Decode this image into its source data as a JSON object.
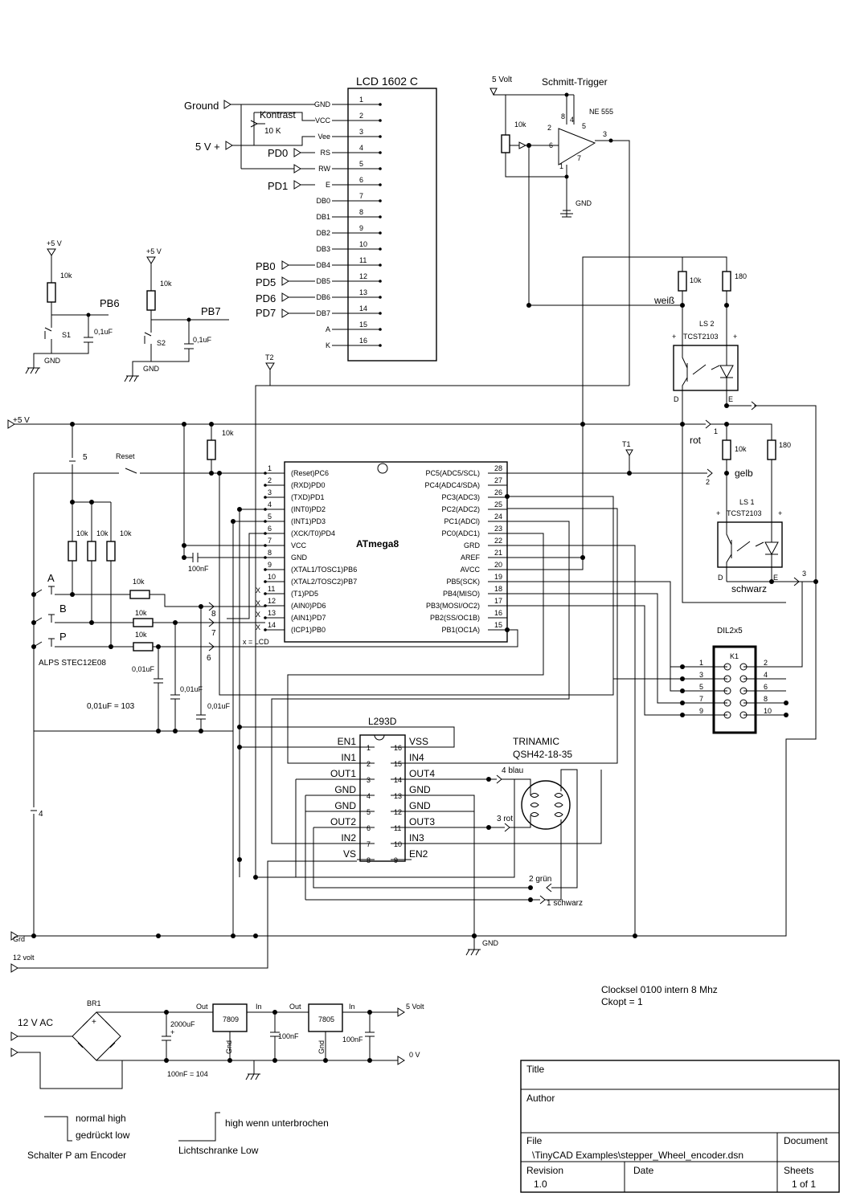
{
  "lcd": {
    "title": "LCD 1602 C",
    "pin_numbers": [
      "1",
      "2",
      "3",
      "4",
      "5",
      "6",
      "7",
      "8",
      "9",
      "10",
      "11",
      "12",
      "13",
      "14",
      "15",
      "16"
    ],
    "pin_names": [
      "GND",
      "VCC",
      "Vee",
      "RS",
      "RW",
      "E",
      "DB0",
      "DB1",
      "DB2",
      "DB3",
      "DB4",
      "DB5",
      "DB6",
      "DB7",
      "A",
      "K"
    ]
  },
  "power_labels": {
    "ground": "Ground",
    "five_v": "5 V +",
    "contrast": "Kontrast",
    "contrast_value": "10 K"
  },
  "ports": {
    "pd0": "PD0",
    "pd1": "PD1",
    "pb0": "PB0",
    "pd5": "PD5",
    "pd6": "PD6",
    "pd7": "PD7",
    "pb6": "PB6",
    "pb7": "PB7",
    "t1": "T1",
    "t2": "T2"
  },
  "schmitt": {
    "title": "Schmitt-Trigger",
    "supply": "5 Volt",
    "chip": "NE 555",
    "pot": "10k",
    "gnd": "GND",
    "pins": {
      "p8": "8",
      "p4": "4",
      "p2": "2",
      "p6": "6",
      "p5": "5",
      "p3": "3",
      "p1": "1",
      "p7": "7"
    }
  },
  "switches": {
    "s1": {
      "supply": "+5 V",
      "resistor": "10k",
      "name": "S1",
      "cap": "0,1uF",
      "gnd": "GND"
    },
    "s2": {
      "supply": "+5 V",
      "resistor": "10k",
      "name": "S2",
      "cap": "0,1uF",
      "gnd": "GND"
    }
  },
  "main": {
    "supply": "+5 V",
    "node5": "5",
    "reset": "Reset",
    "r10k": "10k",
    "cap_vcc": "100nF",
    "enc_a": "A",
    "enc_b": "B",
    "enc_p": "P",
    "encoder": "ALPS STEC12E08",
    "cap1": "0,01uF",
    "cap2": "0,01uF",
    "cap3": "0,01uF",
    "cap_note": "0,01uF = 103",
    "node4": "4",
    "node6": "6",
    "node7": "7",
    "node8": "8",
    "x_lcd": "x = LCD",
    "x_mark": "X",
    "gnd": "Grd",
    "v12": "12 volt"
  },
  "mcu": {
    "name": "ATmega8",
    "left_numbers": [
      "1",
      "2",
      "3",
      "4",
      "5",
      "6",
      "7",
      "8",
      "9",
      "10",
      "11",
      "12",
      "13",
      "14"
    ],
    "left_pins": [
      "(Reset)PC6",
      "(RXD)PD0",
      "(TXD)PD1",
      "(INT0)PD2",
      "(INT1)PD3",
      "(XCK/T0)PD4",
      "VCC",
      "GND",
      "(XTAL1/TOSC1)PB6",
      "(XTAL2/TOSC2)PB7",
      "(T1)PD5",
      "(AIN0)PD6",
      "(AIN1)PD7",
      "(ICP1)PB0"
    ],
    "right_numbers": [
      "28",
      "27",
      "26",
      "25",
      "24",
      "23",
      "22",
      "21",
      "20",
      "19",
      "18",
      "17",
      "16",
      "15"
    ],
    "right_pins": [
      "PC5(ADC5/SCL)",
      "PC4(ADC4/SDA)",
      "PC3(ADC3)",
      "PC2(ADC2)",
      "PC1(ADCl)",
      "PC0(ADC1)",
      "GRD",
      "AREF",
      "AVCC",
      "PB5(SCK)",
      "PB4(MISO)",
      "PB3(MOSI/OC2)",
      "PB2(SS/OC1B)",
      "PB1(OC1A)"
    ]
  },
  "sensors": {
    "ls2": {
      "name": "LS 2",
      "part": "TCST2103",
      "r1": "10k",
      "r2": "180",
      "wire": "weiß",
      "d": "D",
      "e": "E",
      "plus": "+"
    },
    "ls1": {
      "name": "LS 1",
      "part": "TCST2103",
      "r1": "10k",
      "r2": "180",
      "wire_top": "rot",
      "wire_mid": "gelb",
      "wire_bottom": "schwarz",
      "d": "D",
      "e": "E",
      "plus": "+",
      "n1": "1",
      "n2": "2",
      "n3": "3"
    }
  },
  "connector": {
    "name": "DIL2x5",
    "ref": "K1",
    "left": [
      "1",
      "3",
      "5",
      "7",
      "9"
    ],
    "right": [
      "2",
      "4",
      "6",
      "8",
      "10"
    ]
  },
  "driver": {
    "name": "L293D",
    "left_numbers": [
      "1",
      "2",
      "3",
      "4",
      "5",
      "6",
      "7",
      "8"
    ],
    "left_pins": [
      "EN1",
      "IN1",
      "OUT1",
      "GND",
      "GND",
      "OUT2",
      "IN2",
      "VS"
    ],
    "right_numbers": [
      "16",
      "15",
      "14",
      "13",
      "12",
      "11",
      "10",
      "9"
    ],
    "right_pins": [
      "VSS",
      "IN4",
      "OUT4",
      "GND",
      "GND",
      "OUT3",
      "IN3",
      "EN2"
    ],
    "gnd": "GND"
  },
  "motor": {
    "brand": "TRINAMIC",
    "model": "QSH42-18-35",
    "wire4": "4 blau",
    "wire3": "3 rot",
    "wire2": "2 grün",
    "wire1": "1 schwarz"
  },
  "psu": {
    "input": "12 V AC",
    "bridge": "BR1",
    "cap_big": "2000uF",
    "plus": "+",
    "reg1": "7809",
    "reg2": "7805",
    "out": "Out",
    "in": "In",
    "gnd": "Gnd",
    "cap1": "100nF",
    "cap2": "100nF",
    "cap_note": "100nF = 104",
    "v5": "5 Volt",
    "v0": "0 V"
  },
  "notes": {
    "clock1": "Clocksel 0100  intern 8 Mhz",
    "clock2": "Ckopt = 1",
    "sw_high": "normal high",
    "sw_low": "gedrückt low",
    "sw_caption": "Schalter P am Encoder",
    "ls_high": "high wenn unterbrochen",
    "ls_caption": "Lichtschranke Low"
  },
  "title_block": {
    "title_label": "Title",
    "author_label": "Author",
    "file_label": "File",
    "file_value": "\\TinyCAD Examples\\stepper_Wheel_encoder.dsn",
    "document_label": "Document",
    "revision_label": "Revision",
    "revision_value": "1.0",
    "date_label": "Date",
    "sheets_label": "Sheets",
    "sheets_value": "1 of 1"
  }
}
